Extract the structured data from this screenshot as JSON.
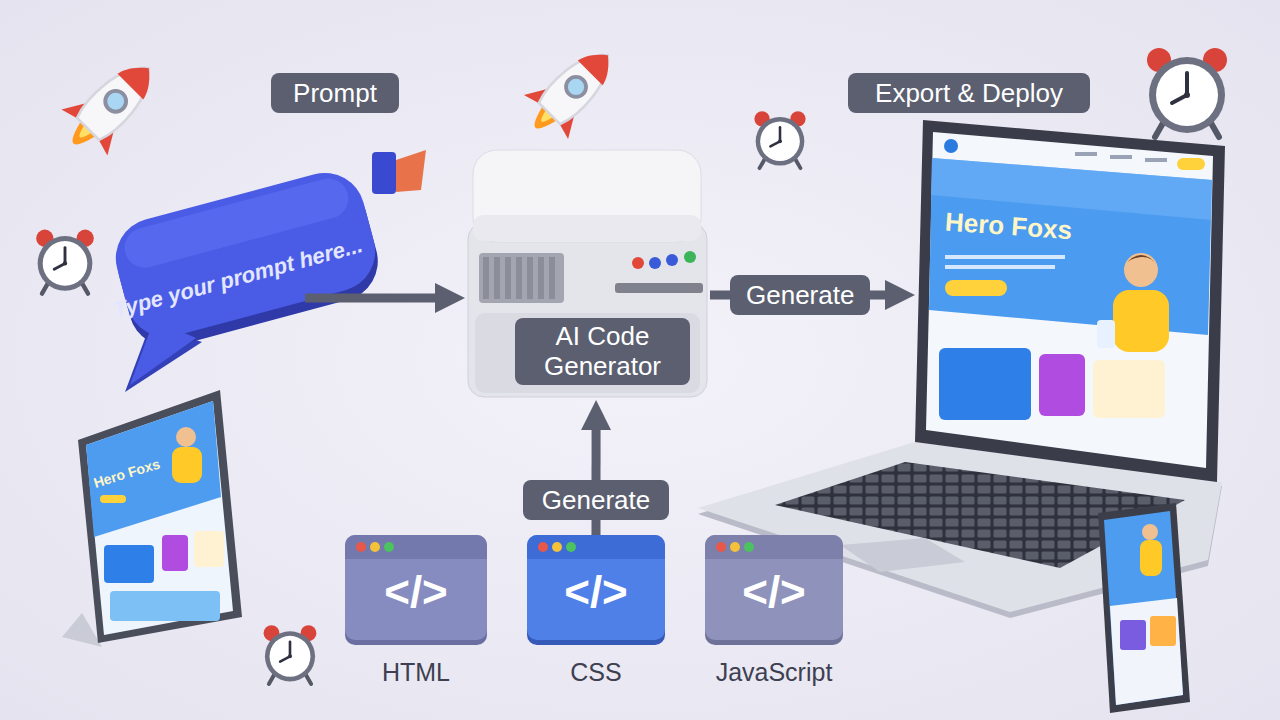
{
  "diagram": {
    "nodes": [
      {
        "text": [
          "Prompt"
        ]
      },
      {
        "text": [
          "Type your prompt here..."
        ]
      },
      {
        "text": [
          "AI Code Generator"
        ]
      },
      {
        "text": [
          "Export & Deploy"
        ]
      },
      {
        "text": [
          "Hero Foxs"
        ]
      },
      {
        "text": [
          "Hero Foxs"
        ]
      },
      {
        "text": [
          "</>",
          "HTML"
        ]
      },
      {
        "text": [
          "</>",
          "CSS"
        ]
      },
      {
        "text": [
          "</>",
          "JavaScript"
        ]
      }
    ],
    "edges": [
      {
        "from": 1,
        "to": 2,
        "arrow": "to"
      },
      {
        "from": 2,
        "to": 4,
        "label": "Generate",
        "arrow": "to"
      },
      {
        "from": 7,
        "to": 2,
        "label": "Generate",
        "arrow": "to"
      }
    ]
  }
}
